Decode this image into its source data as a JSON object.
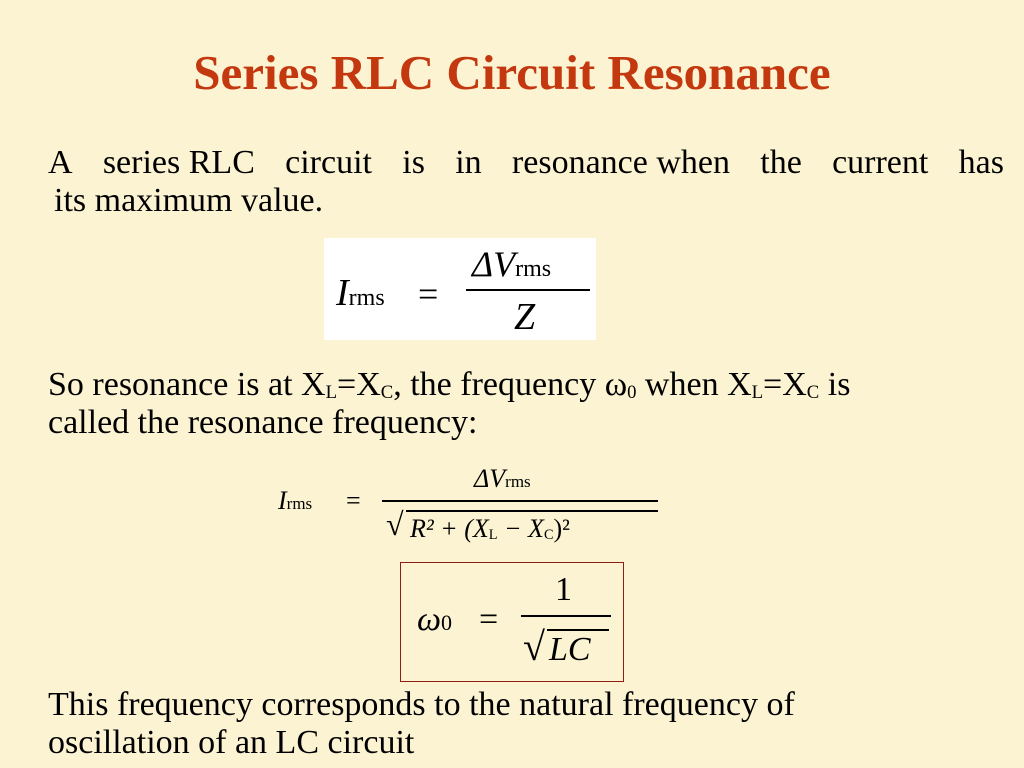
{
  "title": "Series RLC Circuit Resonance",
  "paragraph1": {
    "words": [
      "A",
      "series RLC",
      "circuit",
      "is",
      "in",
      "resonance when",
      "the",
      "current",
      "has"
    ],
    "line2": "its maximum value."
  },
  "equation1": {
    "lhs": "I",
    "lhs_sub": "rms",
    "equals": "=",
    "numerator": "ΔV",
    "numerator_sub": "rms",
    "denominator": "Z"
  },
  "paragraph2": {
    "t1": "So resonance is at X",
    "s1": "L",
    "t2": "=X",
    "s2": "C",
    "t3": ", the frequency ω",
    "s3": "0",
    "t4": " when X",
    "s4": "L",
    "t5": "=X",
    "s5": "C",
    "t6": " is",
    "line2": "called the resonance frequency:"
  },
  "equation2": {
    "lhs": "I",
    "lhs_sub": "rms",
    "equals": "=",
    "numerator": "ΔV",
    "numerator_sub": "rms",
    "radicand": "R² + (X",
    "radicand_sub1": "L",
    "radicand_mid": " − X",
    "radicand_sub2": "C",
    "radicand_end": ")²",
    "root_sign": "√"
  },
  "equation3": {
    "lhs": "ω",
    "lhs_sub": "0",
    "equals": "=",
    "numerator": "1",
    "root_sign": "√",
    "radicand": "LC"
  },
  "paragraph3": {
    "line1": "This frequency corresponds to the natural frequency of",
    "line2": "oscillation of an LC circuit"
  }
}
